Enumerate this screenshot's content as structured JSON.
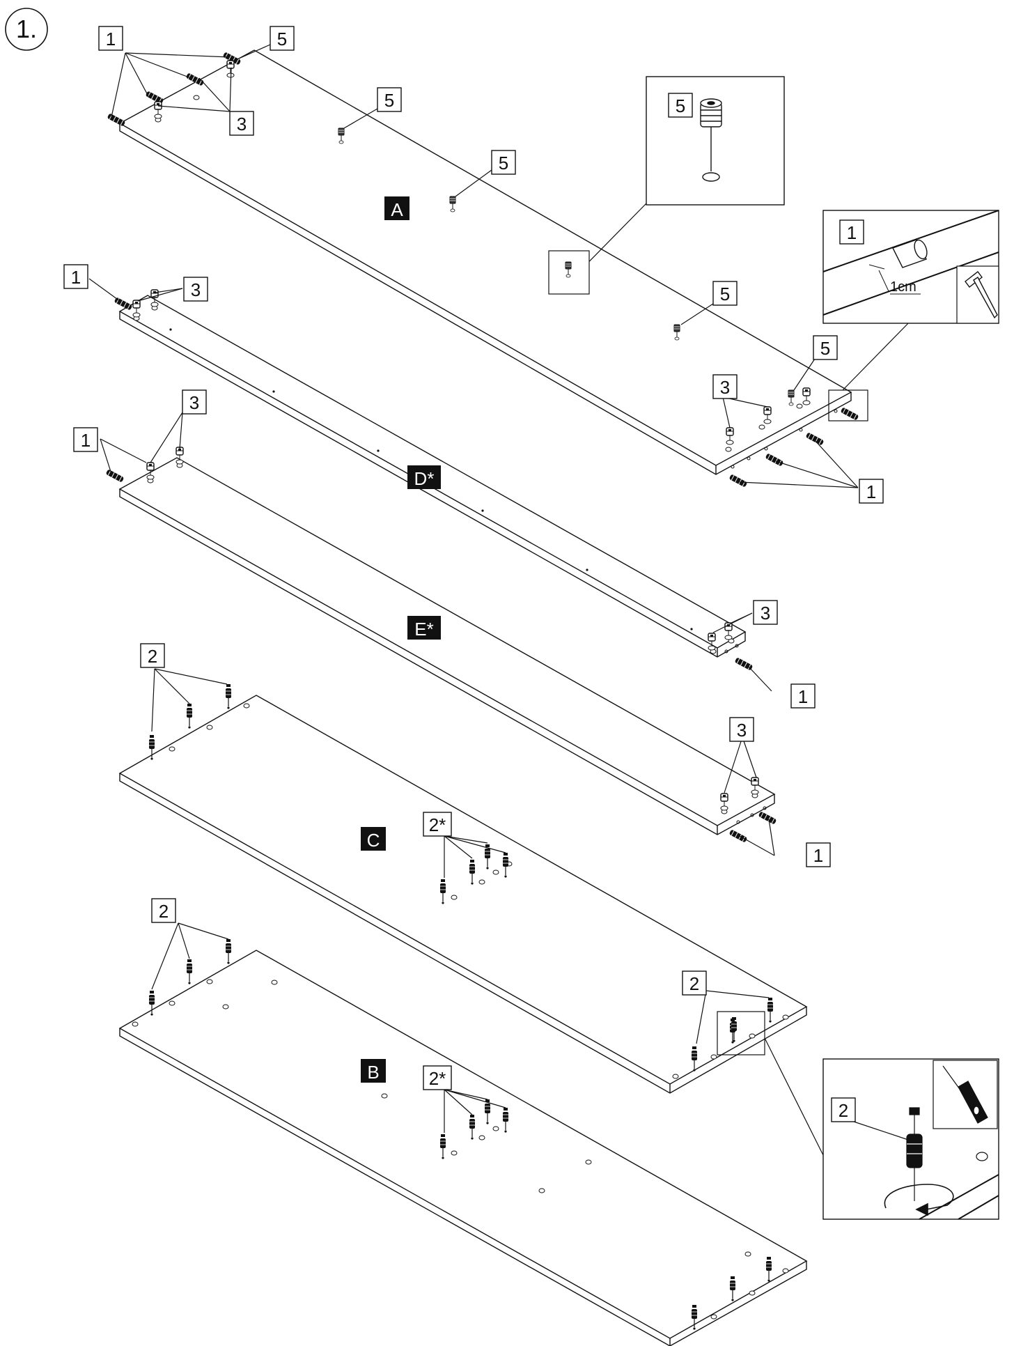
{
  "step": {
    "label": "1."
  },
  "panels": [
    {
      "key": "A",
      "label": "A"
    },
    {
      "key": "D",
      "label": "D*"
    },
    {
      "key": "E",
      "label": "E*"
    },
    {
      "key": "C",
      "label": "C"
    },
    {
      "key": "B",
      "label": "B"
    }
  ],
  "part_labels": {
    "p1": "1",
    "p2": "2",
    "p2s": "2*",
    "p3": "3",
    "p5": "5"
  },
  "details": {
    "dowel_depth": "1cm",
    "dowel_tool": "hammer-icon",
    "screw_tool": "screwdriver-icon"
  }
}
